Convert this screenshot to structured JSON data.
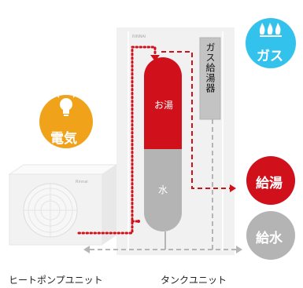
{
  "labels": {
    "heat_pump_unit": "ヒートポンプユニット",
    "tank_unit": "タンクユニット",
    "gas_water_heater": "ガス給湯器",
    "hot_water_in_tank": "お湯",
    "water_in_tank": "水",
    "hot_water_supply": "給湯",
    "water_supply": "給水",
    "gas": "ガス",
    "electricity": "電気",
    "tank_brand": "RINNAI",
    "heat_pump_brand": "Rinnai"
  },
  "colors": {
    "hot": "#d0111b",
    "cold": "#b4b4b4",
    "electricity": "#f0a21b",
    "gas": "#33c2ec",
    "unit_body": "#f1f1f1"
  },
  "icons": {
    "electricity": "lightbulb-icon",
    "gas": "flame-icon"
  }
}
